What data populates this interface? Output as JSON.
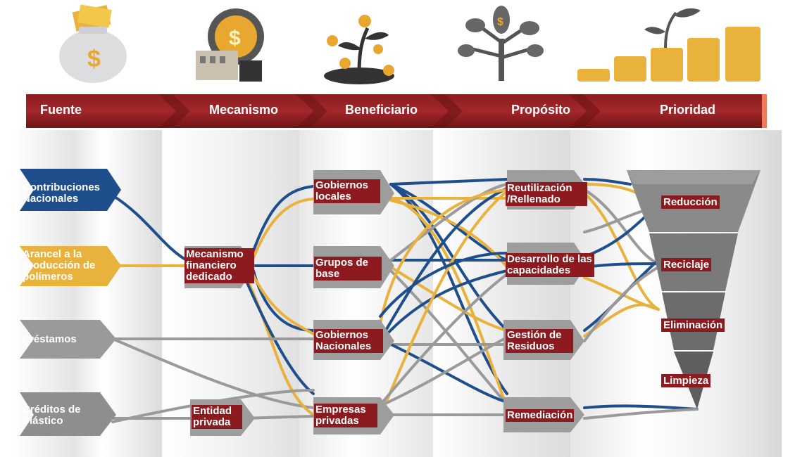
{
  "headers": {
    "fuente": "Fuente",
    "mecanismo": "Mecanismo",
    "beneficiario": "Beneficiario",
    "proposito": "Propósito",
    "prioridad": "Prioridad"
  },
  "sources": {
    "contribuciones": "Contribuciones Nacionales",
    "arancel": "Arancel a la producción de polímeros",
    "prestamos": "Préstamos",
    "creditos": "Créditos de Plástico"
  },
  "mechanisms": {
    "mecanismo_financiero": "Mecanismo financiero dedicado",
    "entidad_privada": "Entidad privada"
  },
  "beneficiaries": {
    "gobiernos_locales": "Gobiernos locales",
    "grupos_de_base": "Grupos de base",
    "gobiernos_nacionales": "Gobiernos Nacionales",
    "empresas_privadas": "Empresas privadas"
  },
  "purposes": {
    "reutilizacion": "Reutilización /Rellenado",
    "desarrollo": "Desarrollo de las capacidades",
    "gestion": "Gestión de Residuos",
    "remediacion": "Remediación"
  },
  "priorities": {
    "reduccion": "Reducción",
    "reciclaje": "Reciclaje",
    "eliminacion": "Eliminación",
    "limpieza": "Limpieza"
  },
  "icons": [
    "money-bag-icon",
    "gear-coin-building-icon",
    "growing-plant-coins-icon",
    "money-tree-icon",
    "coin-stacks-plant-icon"
  ],
  "colors": {
    "header": "#8d1a1e",
    "blue": "#1f4e8c",
    "yellow": "#e8b23c",
    "gray": "#9a9a9a"
  }
}
